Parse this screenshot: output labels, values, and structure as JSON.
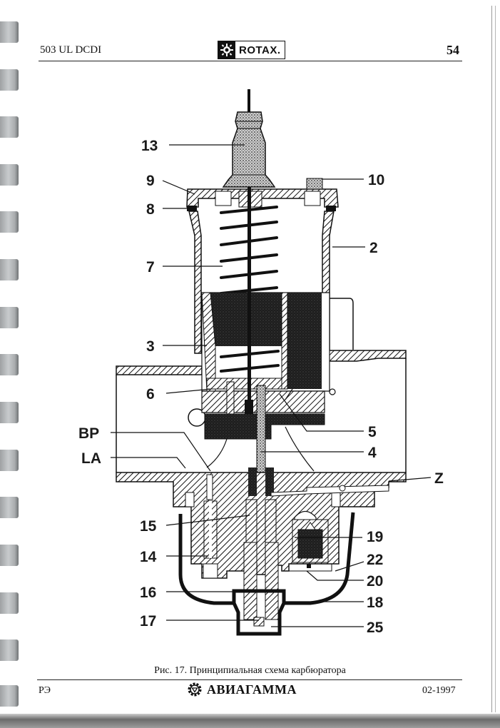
{
  "header": {
    "model": "503 UL DCDI",
    "brand": "ROTAX.",
    "page_number": "54"
  },
  "figure": {
    "caption": "Рис. 17. Принципиальная схема карбюратора",
    "title": "Carburetor schematic diagram",
    "callouts": [
      {
        "id": "13",
        "label": "13"
      },
      {
        "id": "9",
        "label": "9"
      },
      {
        "id": "8",
        "label": "8"
      },
      {
        "id": "10",
        "label": "10"
      },
      {
        "id": "2",
        "label": "2"
      },
      {
        "id": "7",
        "label": "7"
      },
      {
        "id": "3",
        "label": "3"
      },
      {
        "id": "6",
        "label": "6"
      },
      {
        "id": "5",
        "label": "5"
      },
      {
        "id": "4",
        "label": "4"
      },
      {
        "id": "BP",
        "label": "BP"
      },
      {
        "id": "LA",
        "label": "LA"
      },
      {
        "id": "Z",
        "label": "Z"
      },
      {
        "id": "15",
        "label": "15"
      },
      {
        "id": "19",
        "label": "19"
      },
      {
        "id": "14",
        "label": "14"
      },
      {
        "id": "22",
        "label": "22"
      },
      {
        "id": "20",
        "label": "20"
      },
      {
        "id": "16",
        "label": "16"
      },
      {
        "id": "18",
        "label": "18"
      },
      {
        "id": "17",
        "label": "17"
      },
      {
        "id": "25",
        "label": "25"
      }
    ]
  },
  "footer": {
    "left": "РЭ",
    "brand": "АВИАГАММА",
    "date": "02-1997"
  },
  "icons": {
    "header_logo": "rotax-gear-logo",
    "footer_logo": "aviagamma-gear-logo"
  }
}
